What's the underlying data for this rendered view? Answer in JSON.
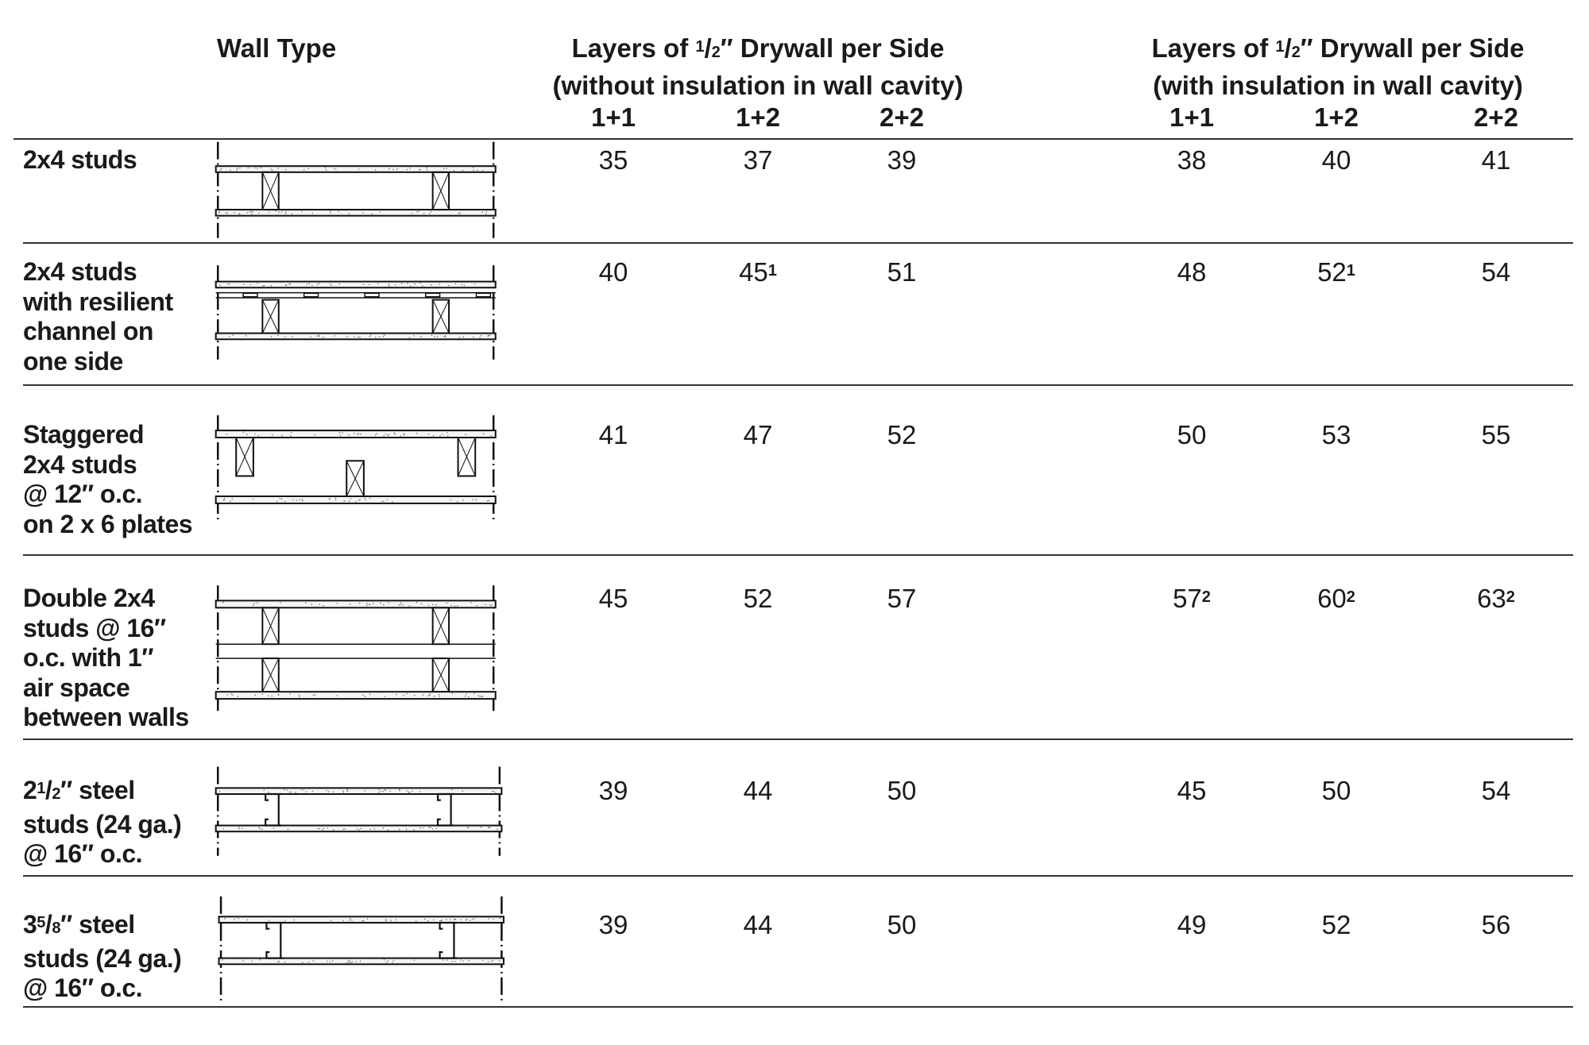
{
  "header": {
    "wall_type": "Wall Type",
    "group1": {
      "line1_pre": "Layers of ",
      "frac_num": "1",
      "frac_den": "2",
      "line1_post": "″ Drywall per Side",
      "line2": "(without insulation in wall cavity)"
    },
    "group2": {
      "line1_pre": "Layers of ",
      "frac_num": "1",
      "frac_den": "2",
      "line1_post": "″ Drywall per Side",
      "line2": "(with insulation in wall cavity)"
    },
    "columns": [
      "1+1",
      "1+2",
      "2+2",
      "1+1",
      "1+2",
      "2+2"
    ]
  },
  "rows": [
    {
      "label": [
        "2x4 studs"
      ],
      "values": [
        {
          "v": "35"
        },
        {
          "v": "37"
        },
        {
          "v": "39"
        },
        {
          "v": "38"
        },
        {
          "v": "40"
        },
        {
          "v": "41"
        }
      ]
    },
    {
      "label": [
        "2x4 studs",
        "with resilient",
        "channel on",
        "one side"
      ],
      "values": [
        {
          "v": "40"
        },
        {
          "v": "45",
          "fn": "1"
        },
        {
          "v": "51"
        },
        {
          "v": "48"
        },
        {
          "v": "52",
          "fn": "1"
        },
        {
          "v": "54"
        }
      ]
    },
    {
      "label": [
        "Staggered",
        "2x4 studs",
        "@ 12″ o.c.",
        "on 2 x 6 plates"
      ],
      "values": [
        {
          "v": "41"
        },
        {
          "v": "47"
        },
        {
          "v": "52"
        },
        {
          "v": "50"
        },
        {
          "v": "53"
        },
        {
          "v": "55"
        }
      ]
    },
    {
      "label": [
        "Double 2x4",
        "studs @ 16″",
        "o.c. with 1″",
        "air space",
        "between walls"
      ],
      "values": [
        {
          "v": "45"
        },
        {
          "v": "52"
        },
        {
          "v": "57"
        },
        {
          "v": "57",
          "fn": "2"
        },
        {
          "v": "60",
          "fn": "2"
        },
        {
          "v": "63",
          "fn": "2"
        }
      ]
    },
    {
      "label_frac": {
        "whole": "2",
        "num": "1",
        "den": "2",
        "rest": "″ steel"
      },
      "label": [
        "studs (24 ga.)",
        "@ 16″ o.c."
      ],
      "values": [
        {
          "v": "39"
        },
        {
          "v": "44"
        },
        {
          "v": "50"
        },
        {
          "v": "45"
        },
        {
          "v": "50"
        },
        {
          "v": "54"
        }
      ]
    },
    {
      "label_frac": {
        "whole": "3",
        "num": "5",
        "den": "8",
        "rest": "″ steel"
      },
      "label": [
        "studs (24 ga.)",
        "@ 16″ o.c."
      ],
      "values": [
        {
          "v": "39"
        },
        {
          "v": "44"
        },
        {
          "v": "50"
        },
        {
          "v": "49"
        },
        {
          "v": "52"
        },
        {
          "v": "56"
        }
      ]
    }
  ]
}
